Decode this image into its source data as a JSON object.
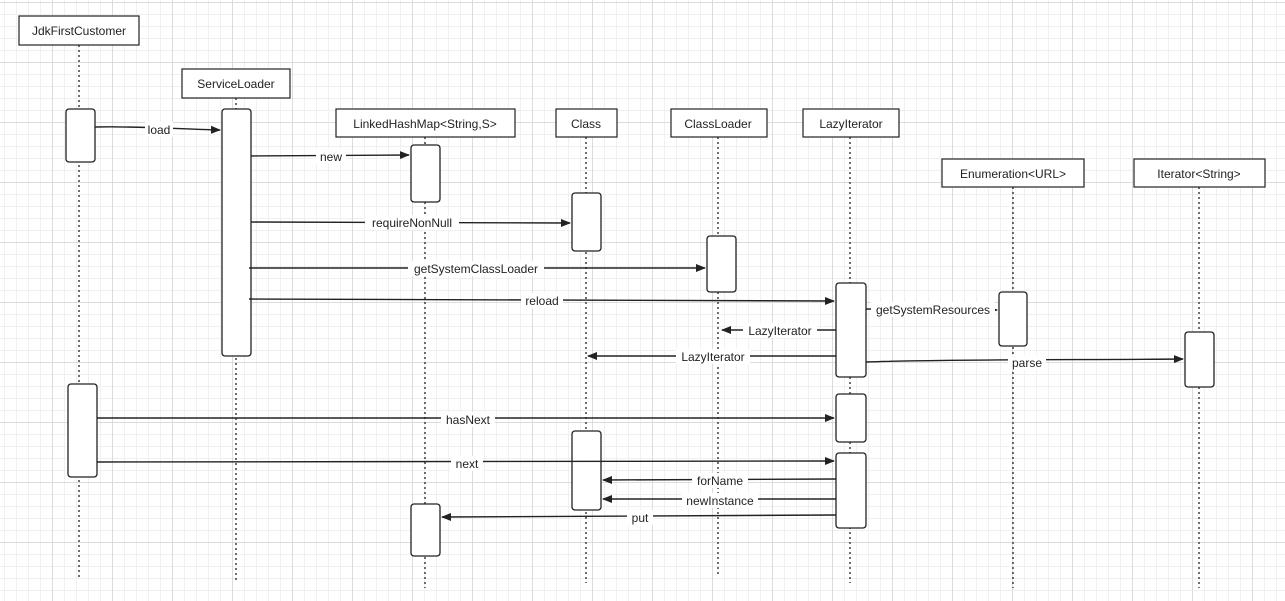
{
  "participants": {
    "jdk_first_customer": "JdkFirstCustomer",
    "service_loader": "ServiceLoader",
    "linked_hash_map": "LinkedHashMap<String,S>",
    "class": "Class",
    "class_loader": "ClassLoader",
    "lazy_iterator": "LazyIterator",
    "enumeration_url": "Enumeration<URL>",
    "iterator_string": "Iterator<String>"
  },
  "messages": {
    "load": "load",
    "new": "new",
    "require_non_null": "requireNonNull",
    "get_system_class_loader": "getSystemClassLoader",
    "reload": "reload",
    "get_system_resources": "getSystemResources",
    "lazy_iterator_return_1": "LazyIterator",
    "lazy_iterator_return_2": "LazyIterator",
    "parse": "parse",
    "has_next": "hasNext",
    "next": "next",
    "for_name": "forName",
    "new_instance": "newInstance",
    "put": "put"
  },
  "colors": {
    "line": "#222222",
    "box_fill": "#ffffff",
    "grid": "#dcdcdc"
  }
}
